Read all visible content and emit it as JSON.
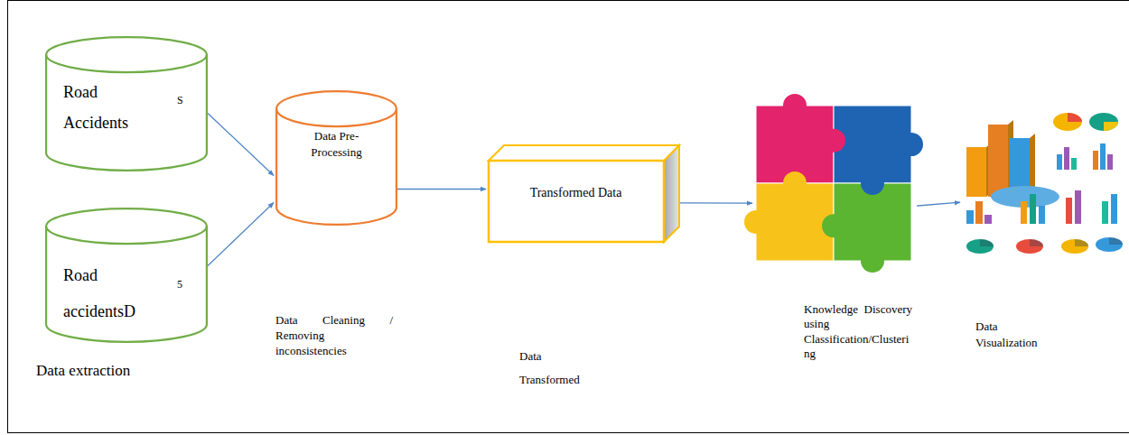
{
  "diagram": {
    "nodes": [
      {
        "text": [
          "Road Accidents",
          "S"
        ]
      },
      {
        "text": [
          "Road accidentsD",
          "5"
        ]
      },
      {
        "text": [
          "Data Pre-Processing"
        ]
      },
      {
        "text": [
          "Transformed Data"
        ]
      },
      {
        "text": [
          "Knowledge Discovery using Classification/Clustering"
        ]
      },
      {
        "text": [
          "Data Visualization"
        ]
      }
    ],
    "edges": [
      {
        "from": 0,
        "to": 2,
        "arrow": "to"
      },
      {
        "from": 1,
        "to": 2,
        "arrow": "to"
      },
      {
        "from": 2,
        "to": 3,
        "arrow": "to"
      },
      {
        "from": 3,
        "to": 4,
        "arrow": "to"
      },
      {
        "from": 4,
        "to": 5,
        "arrow": "to"
      }
    ],
    "labels": [
      "Data extraction",
      "Data Cleaning / Removing inconsistencies",
      "Data Transformed"
    ]
  }
}
